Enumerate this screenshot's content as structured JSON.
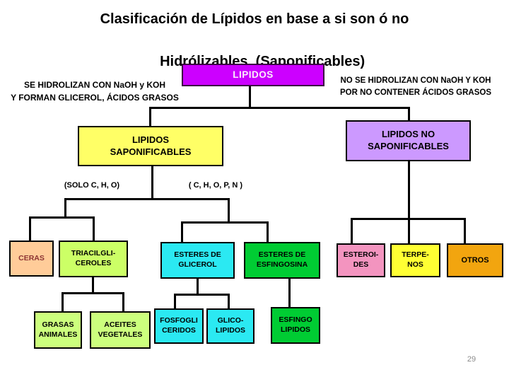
{
  "page": {
    "number": "29"
  },
  "title": {
    "line1": "Clasificación de Lípidos en base a si son ó no",
    "line2": "Hidrólizables  (Saponificables)"
  },
  "annotations": {
    "left": "SE HIDROLIZAN CON NaOH y KOH\nY FORMAN GLICEROL,  ÁCIDOS GRASOS",
    "right": "NO SE HIDROLIZAN CON NaOH Y KOH\nPOR NO CONTENER ÁCIDOS GRASOS",
    "formula_saponificables": "(SOLO C, H, O)",
    "formula_mixed": "( C, H, O, P, N )"
  },
  "tree": {
    "root": {
      "label": "LIPIDOS",
      "fill": "#CC00FF",
      "text_color": "#FBEFFC"
    },
    "saponificables": {
      "label": "LIPIDOS\nSAPONIFICABLES",
      "fill": "#FFFF66"
    },
    "no_saponificables": {
      "label": "LIPIDOS NO\nSAPONIFICABLES",
      "fill": "#CC99FF"
    },
    "ceras": {
      "label": "CERAS",
      "fill": "#FFCC99",
      "text_color": "#8B3232"
    },
    "triacilgliceroles": {
      "label": "TRIACILGLI-\nCEROLES",
      "fill": "#CCFF66"
    },
    "esteres_glicerol": {
      "label": "ESTERES DE\nGLICEROL",
      "fill": "#2BE9F2"
    },
    "esteres_esfingosina": {
      "label": "ESTERES DE\nESFINGOSINA",
      "fill": "#00CC33"
    },
    "esteroides": {
      "label": "ESTEROI-\nDES",
      "fill": "#F394BF"
    },
    "terpenos": {
      "label": "TERPE-\nNOS",
      "fill": "#FFFF33"
    },
    "otros": {
      "label": "OTROS",
      "fill": "#F2A50F"
    },
    "grasas_animales": {
      "label": "GRASAS\nANIMALES",
      "fill": "#CCFF7D"
    },
    "aceites_vegetales": {
      "label": "ACEITES\nVEGETALES",
      "fill": "#CCFF7D"
    },
    "fosfogliceridos": {
      "label": "FOSFOGLI\nCERIDOS",
      "fill": "#2BE9F2"
    },
    "glicolipidos": {
      "label": "GLICO-\nLIPIDOS",
      "fill": "#2BE9F2"
    },
    "esfingolipidos": {
      "label": "ESFINGO\nLIPIDOS",
      "fill": "#00CC33"
    }
  }
}
